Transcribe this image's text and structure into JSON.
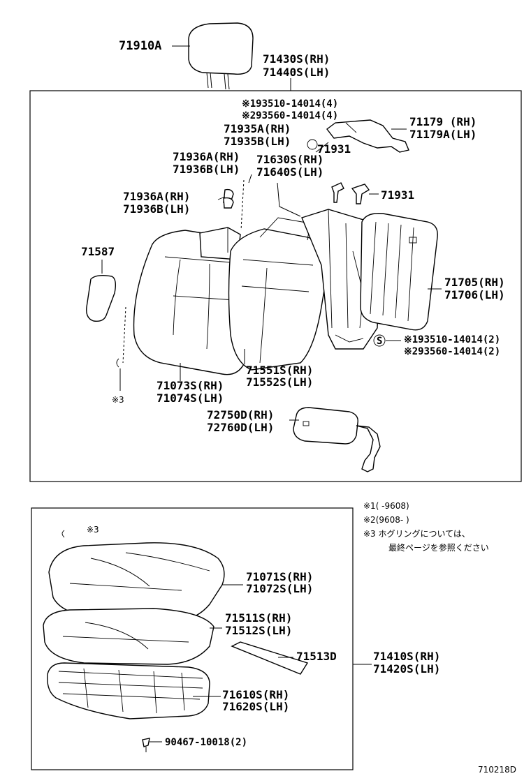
{
  "labels": {
    "headrest": "71910A",
    "back_assy_rh": "71430S(RH)",
    "back_assy_lh": "71440S(LH)",
    "bolt1": "※193510-14014(4)",
    "bolt2": "※293560-14014(4)",
    "hinge_rh": "71179  (RH)",
    "hinge_lh": "71179A(LH)",
    "bezel_rh": "71935A(RH)",
    "bezel_lh": "71935B(LH)",
    "guide_a": "71931",
    "support_rh_1": "71936A(RH)",
    "support_lh_1": "71936B(LH)",
    "frame_rh": "71630S(RH)",
    "frame_lh": "71640S(LH)",
    "support_rh_2": "71936A(RH)",
    "support_lh_2": "71936B(LH)",
    "guide_b": "71931",
    "pad_small": "71587",
    "board_rh": "71705(RH)",
    "board_lh": "71706(LH)",
    "bolt3": "※193510-14014(2)",
    "bolt4": "※293560-14014(2)",
    "pad_back_rh": "71551S(RH)",
    "pad_back_lh": "71552S(LH)",
    "cover_back_rh": "71073S(RH)",
    "cover_back_lh": "71074S(LH)",
    "hogring_ref_back": "※3",
    "armrest_rh": "72750D(RH)",
    "armrest_lh": "72760D(LH)",
    "hogring_ref_cushion": "※3",
    "cover_cushion_rh": "71071S(RH)",
    "cover_cushion_lh": "71072S(LH)",
    "pad_cushion_rh": "71511S(RH)",
    "pad_cushion_lh": "71512S(LH)",
    "sheet": "71513D",
    "cushion_assy_rh": "71410S(RH)",
    "cushion_assy_lh": "71420S(LH)",
    "spring_rh": "71610S(RH)",
    "spring_lh": "71620S(LH)",
    "screw": "90467-10018(2)",
    "figure_id": "710218D"
  },
  "notes": [
    "※1(      -9608)",
    "※2(9608-      )",
    "※3  ホグリングについては、",
    "最終ページを参照ください"
  ],
  "bolt_symbol": "S",
  "colors": {
    "ink": "#000000",
    "paper": "#ffffff"
  }
}
